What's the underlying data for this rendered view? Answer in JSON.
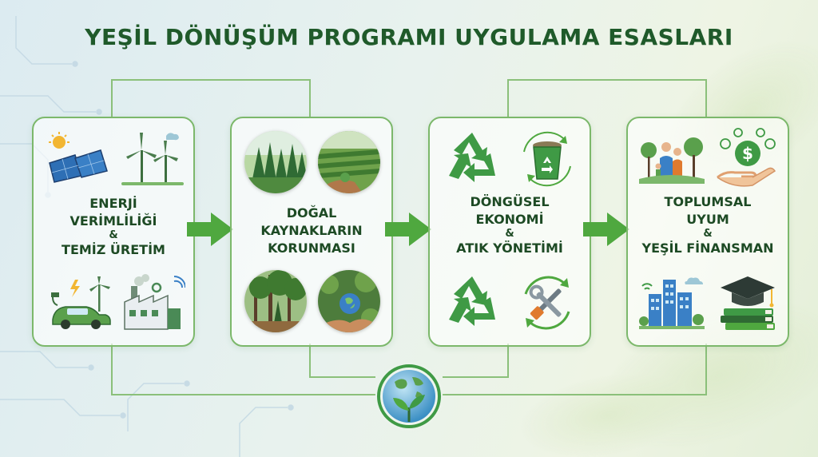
{
  "title": "YEŞİL DÖNÜŞÜM PROGRAMI UYGULAMA ESASLARI",
  "colors": {
    "title": "#1f5a2a",
    "card_border": "#7cb86b",
    "arrow": "#4fa83f",
    "connector": "#7cb86b",
    "label": "#1d4a24"
  },
  "cards": [
    {
      "lines": [
        "ENERJİ",
        "VERİMLİLİĞİ"
      ],
      "amp": "&",
      "lines2": [
        "TEMİZ ÜRETİM"
      ],
      "icons": [
        "solar-panel-icon",
        "wind-turbine-icon",
        "electric-car-icon",
        "factory-icon"
      ]
    },
    {
      "lines": [
        "DOĞAL",
        "KAYNAKLARIN",
        "KORUNMASI"
      ],
      "icons": [
        "forest-photo",
        "farmland-photo",
        "woodland-photo",
        "earth-hands-photo"
      ]
    },
    {
      "lines": [
        "DÖNGÜSEL",
        "EKONOMİ"
      ],
      "amp": "&",
      "lines2": [
        "ATIK YÖNETİMİ"
      ],
      "icons": [
        "recycle-icon",
        "recycle-bin-icon",
        "recycle-icon",
        "tools-cycle-icon"
      ]
    },
    {
      "lines": [
        "TOPLUMSAL",
        "UYUM"
      ],
      "amp": "&",
      "lines2": [
        "YEŞİL FİNANSMAN"
      ],
      "icons": [
        "community-icon",
        "green-finance-icon",
        "smart-city-icon",
        "education-icon"
      ]
    }
  ],
  "center_icon": "globe-leaf-icon"
}
